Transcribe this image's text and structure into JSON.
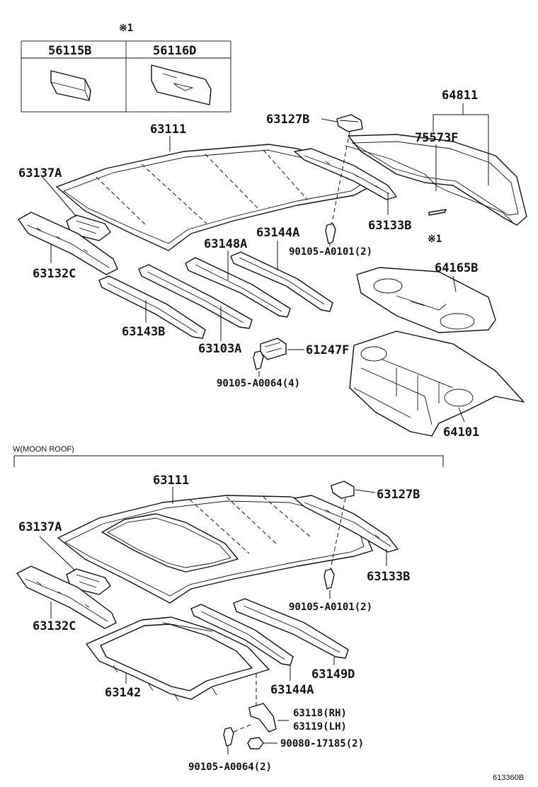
{
  "diagram": {
    "doc_id": "613360B",
    "accent_color": "#111111",
    "legend_table": {
      "note_mark": "※1",
      "columns": [
        "56115B",
        "56116D"
      ]
    },
    "upper_section": {
      "labels": {
        "p64811": "64811",
        "p63127B": "63127B",
        "p75573F": "75573F",
        "p63111": "63111",
        "p63137A": "63137A",
        "p63133B": "63133B",
        "note_mark": "※1",
        "p63144A": "63144A",
        "p63148A": "63148A",
        "p90105A0101": "90105-A0101(2)",
        "p63132C": "63132C",
        "p64165B": "64165B",
        "p63143B": "63143B",
        "p63103A": "63103A",
        "p61247F": "61247F",
        "p90105A0064": "90105-A0064(4)",
        "p64101": "64101"
      }
    },
    "moon_roof_section": {
      "caption": "W(MOON ROOF)",
      "labels": {
        "p63111": "63111",
        "p63127B": "63127B",
        "p63137A": "63137A",
        "p63133B": "63133B",
        "p90105A0101": "90105-A0101(2)",
        "p63132C": "63132C",
        "p63149D": "63149D",
        "p63142": "63142",
        "p63144A": "63144A",
        "p63118": "63118(RH)",
        "p63119": "63119(LH)",
        "p90080": "90080-17185(2)",
        "p90105A0064": "90105-A0064(2)"
      }
    }
  }
}
